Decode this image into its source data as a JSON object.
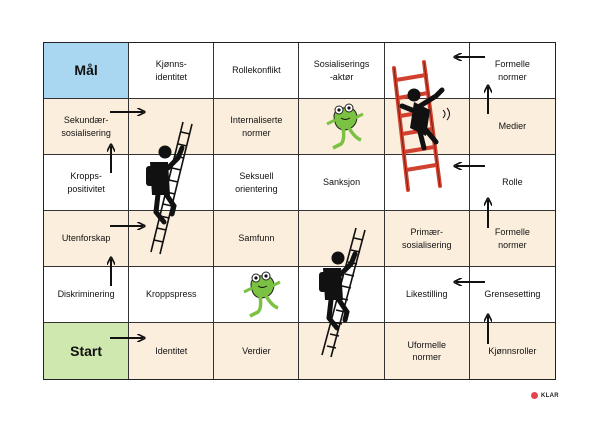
{
  "board": {
    "rows": [
      [
        {
          "text": "Mål",
          "style": "goal"
        },
        {
          "text": "Kjønns-\nidentitet",
          "style": "white"
        },
        {
          "text": "Rollekonflikt",
          "style": "white"
        },
        {
          "text": "Sosialiserings\n-aktør",
          "style": "white"
        },
        {
          "text": "",
          "style": "white"
        },
        {
          "text": "Formelle\nnormer",
          "style": "white"
        }
      ],
      [
        {
          "text": "Sekundær-\nsosialisering",
          "style": "peach"
        },
        {
          "text": "",
          "style": "peach"
        },
        {
          "text": "Internaliserte\nnormer",
          "style": "peach"
        },
        {
          "text": "",
          "style": "peach"
        },
        {
          "text": "",
          "style": "peach"
        },
        {
          "text": "Medier",
          "style": "peach"
        }
      ],
      [
        {
          "text": "Kropps-\npositivitet",
          "style": "white"
        },
        {
          "text": "",
          "style": "white"
        },
        {
          "text": "Seksuell\norientering",
          "style": "white"
        },
        {
          "text": "Sanksjon",
          "style": "white"
        },
        {
          "text": "",
          "style": "white"
        },
        {
          "text": "Rolle",
          "style": "white"
        }
      ],
      [
        {
          "text": "Utenforskap",
          "style": "peach"
        },
        {
          "text": "",
          "style": "peach"
        },
        {
          "text": "Samfunn",
          "style": "peach"
        },
        {
          "text": "",
          "style": "peach"
        },
        {
          "text": "Primær-\nsosialisering",
          "style": "peach"
        },
        {
          "text": "Formelle\nnormer",
          "style": "peach"
        }
      ],
      [
        {
          "text": "Diskriminering",
          "style": "white"
        },
        {
          "text": "Kroppspress",
          "style": "white"
        },
        {
          "text": "",
          "style": "white"
        },
        {
          "text": "",
          "style": "white"
        },
        {
          "text": "Likestilling",
          "style": "white"
        },
        {
          "text": "Grensesetting",
          "style": "white"
        }
      ],
      [
        {
          "text": "Start",
          "style": "start"
        },
        {
          "text": "Identitet",
          "style": "peach"
        },
        {
          "text": "Verdier",
          "style": "peach"
        },
        {
          "text": "",
          "style": "peach"
        },
        {
          "text": "Uformelle\nnormer",
          "style": "peach"
        },
        {
          "text": "Kjønnsroller",
          "style": "peach"
        }
      ]
    ]
  },
  "colors": {
    "goal": "#a9d6f0",
    "start": "#cfe8b0",
    "peach": "#fbeedd",
    "ladder_black": "#111111",
    "ladder_red": "#d2402f",
    "frog_green": "#7cc242",
    "brand_dot": "#e2454d"
  },
  "icons": [
    "ladder-climber-icon",
    "ladder-faller-icon",
    "frog-icon",
    "arrow-icon"
  ],
  "brand": {
    "label": "KLAR"
  }
}
